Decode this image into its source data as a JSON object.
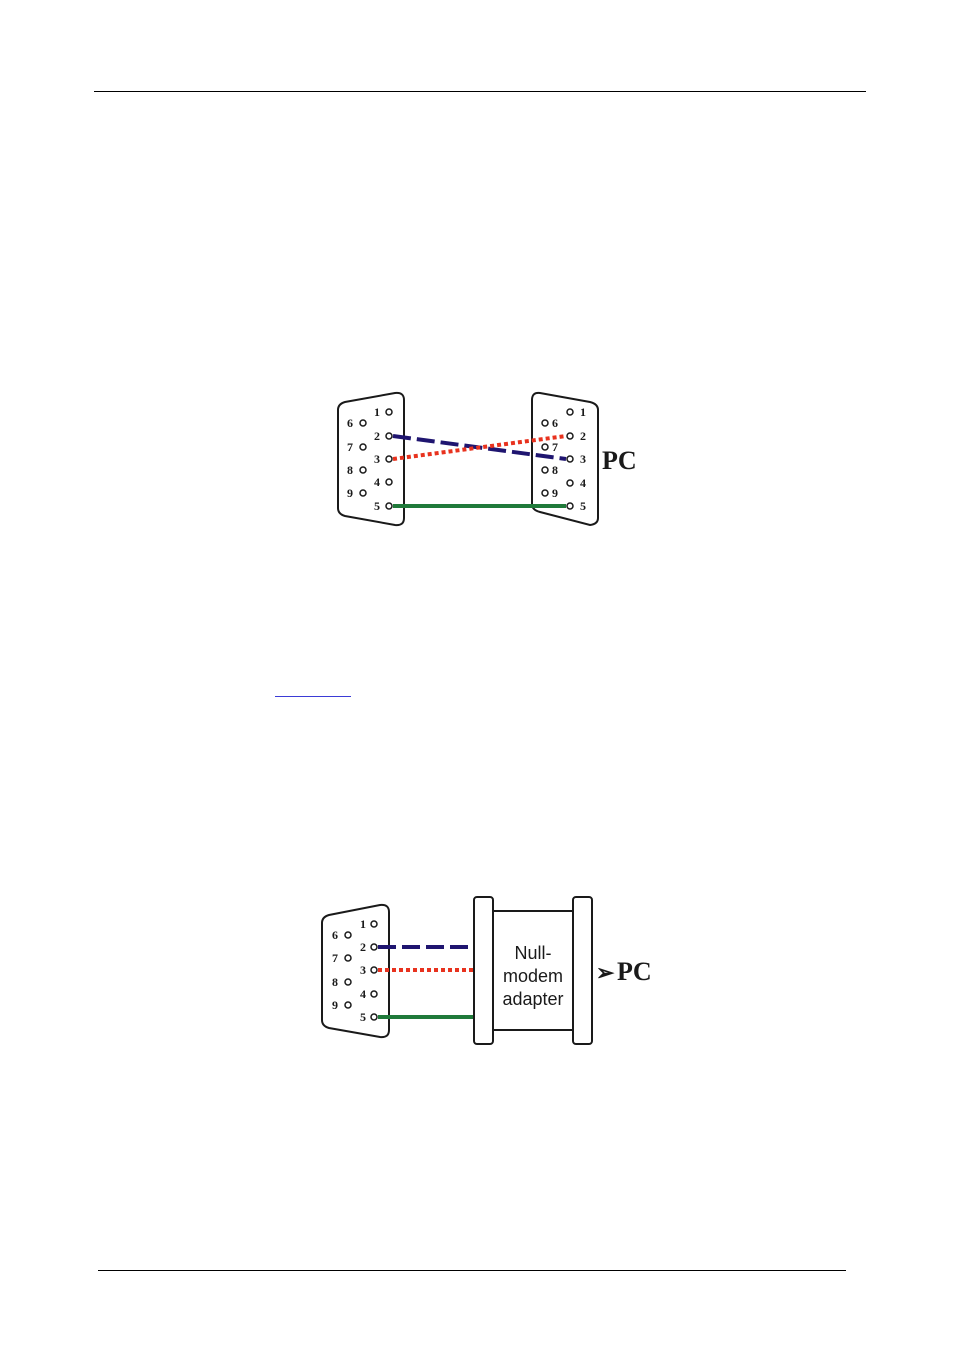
{
  "colors": {
    "wire_tx": "#1f1570",
    "wire_rx": "#e8321e",
    "wire_gnd": "#1f7a3a",
    "link": "#3b3bd6"
  },
  "diagram_crossed": {
    "left_pins": [
      "1",
      "2",
      "3",
      "4",
      "5",
      "6",
      "7",
      "8",
      "9"
    ],
    "right_pins": [
      "1",
      "2",
      "3",
      "4",
      "5",
      "6",
      "7",
      "8",
      "9"
    ],
    "pc_label": "PC"
  },
  "diagram_adapter": {
    "left_pins": [
      "1",
      "2",
      "3",
      "4",
      "5",
      "6",
      "7",
      "8",
      "9"
    ],
    "adapter_lines": [
      "Null-",
      "modem",
      "adapter"
    ],
    "arrow_glyph": "➢",
    "pc_label": "PC"
  }
}
